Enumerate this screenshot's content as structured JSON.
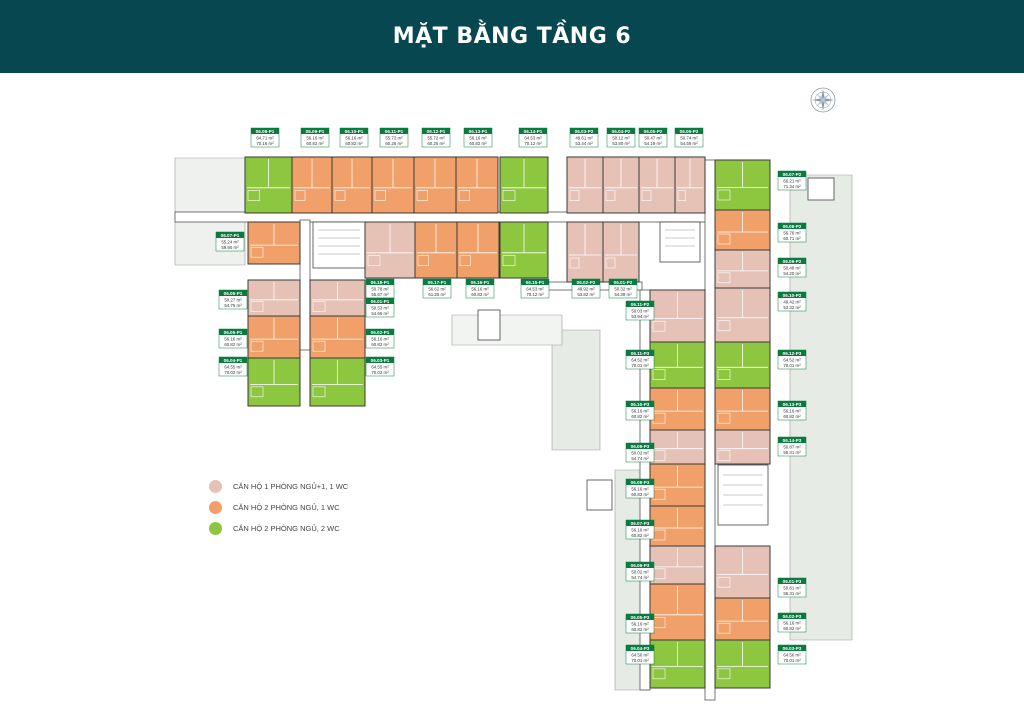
{
  "title": "MẶT BẰNG TẦNG 6",
  "colors": {
    "header": "#07474f",
    "one_bed": "#e6c2b6",
    "two_bed_one_wc": "#f0a068",
    "two_bed_two_wc": "#8dc63f",
    "label_green": "#0a7a3e",
    "landscape": "#e3e8e3"
  },
  "legend": [
    {
      "type": "one_bed",
      "text": "CĂN HỘ  1 PHÒNG NGỦ+1, 1 WC"
    },
    {
      "type": "two_bed_one_wc",
      "text": "CĂN HỘ 2 PHÒNG NGỦ, 1 WC"
    },
    {
      "type": "two_bed_two_wc",
      "text": "CĂN HỘ 2 PHÒNG NGỦ, 2 WC"
    }
  ],
  "compass": {
    "icon": "compass-rose-icon"
  },
  "units": [
    {
      "code": "06.08-P1",
      "a1": "64.71 m²",
      "a2": "70.16 m²",
      "type": "two_bed_two_wc"
    },
    {
      "code": "06.09-P1",
      "a1": "56.16 m²",
      "a2": "60.82 m²",
      "type": "two_bed_one_wc"
    },
    {
      "code": "06.10-P1",
      "a1": "56.16 m²",
      "a2": "60.82 m²",
      "type": "two_bed_one_wc"
    },
    {
      "code": "06.11-P1",
      "a1": "55.72 m²",
      "a2": "60.26 m²",
      "type": "two_bed_one_wc"
    },
    {
      "code": "06.12-P1",
      "a1": "55.72 m²",
      "a2": "60.26 m²",
      "type": "two_bed_one_wc"
    },
    {
      "code": "06.13-P1",
      "a1": "56.16 m²",
      "a2": "60.82 m²",
      "type": "two_bed_one_wc"
    },
    {
      "code": "06.14-P1",
      "a1": "64.53 m²",
      "a2": "70.12 m²",
      "type": "two_bed_two_wc"
    },
    {
      "code": "06.03-P2",
      "a1": "49.61 m²",
      "a2": "53.44 m²",
      "type": "one_bed"
    },
    {
      "code": "06.04-P2",
      "a1": "50.12 m²",
      "a2": "53.80 m²",
      "type": "one_bed"
    },
    {
      "code": "06.05-P2",
      "a1": "50.47 m²",
      "a2": "54.19 m²",
      "type": "one_bed"
    },
    {
      "code": "06.06-P2",
      "a1": "50.74 m²",
      "a2": "54.59 m²",
      "type": "one_bed"
    },
    {
      "code": "06.07-P1",
      "a1": "55.24 m²",
      "a2": "59.90 m²",
      "type": "two_bed_one_wc"
    },
    {
      "code": "06.06-P1",
      "a1": "50.27 m²",
      "a2": "54.75 m²",
      "type": "one_bed"
    },
    {
      "code": "06.05-P1",
      "a1": "56.16 m²",
      "a2": "60.82 m²",
      "type": "two_bed_one_wc"
    },
    {
      "code": "06.04-P1",
      "a1": "64.55 m²",
      "a2": "70.02 m²",
      "type": "two_bed_two_wc"
    },
    {
      "code": "06.18-P1",
      "a1": "50.78 m²",
      "a2": "55.67 m²",
      "type": "one_bed"
    },
    {
      "code": "06.17-P1",
      "a1": "56.62 m²",
      "a2": "61.25 m²",
      "type": "two_bed_one_wc"
    },
    {
      "code": "06.16-P1",
      "a1": "56.16 m²",
      "a2": "60.82 m²",
      "type": "two_bed_one_wc"
    },
    {
      "code": "06.15-P1",
      "a1": "64.53 m²",
      "a2": "70.12 m²",
      "type": "two_bed_two_wc"
    },
    {
      "code": "06.02-P2",
      "a1": "49.92 m²",
      "a2": "53.82 m²",
      "type": "one_bed"
    },
    {
      "code": "06.01-P2",
      "a1": "50.32 m²",
      "a2": "54.39 m²",
      "type": "one_bed"
    },
    {
      "code": "06.01-P1",
      "a1": "50.53 m²",
      "a2": "54.66 m²",
      "type": "one_bed"
    },
    {
      "code": "06.02-P1",
      "a1": "56.16 m²",
      "a2": "60.82 m²",
      "type": "two_bed_one_wc"
    },
    {
      "code": "06.03-P1",
      "a1": "64.55 m²",
      "a2": "70.02 m²",
      "type": "two_bed_two_wc"
    },
    {
      "code": "06.11-P2",
      "a1": "50.03 m²",
      "a2": "53.94 m²",
      "type": "one_bed"
    },
    {
      "code": "06.11-P3",
      "a1": "64.52 m²",
      "a2": "70.01 m²",
      "type": "two_bed_two_wc"
    },
    {
      "code": "06.10-P3",
      "a1": "56.16 m²",
      "a2": "60.82 m²",
      "type": "two_bed_one_wc"
    },
    {
      "code": "06.09-P3",
      "a1": "50.02 m²",
      "a2": "54.74 m²",
      "type": "one_bed"
    },
    {
      "code": "06.08-P3",
      "a1": "56.16 m²",
      "a2": "60.82 m²",
      "type": "two_bed_one_wc"
    },
    {
      "code": "06.07-P3",
      "a1": "56.16 m²",
      "a2": "60.82 m²",
      "type": "two_bed_one_wc"
    },
    {
      "code": "06.06-P3",
      "a1": "50.02 m²",
      "a2": "54.74 m²",
      "type": "one_bed"
    },
    {
      "code": "06.05-P3",
      "a1": "56.16 m²",
      "a2": "60.82 m²",
      "type": "two_bed_one_wc"
    },
    {
      "code": "06.04-P3",
      "a1": "64.56 m²",
      "a2": "70.01 m²",
      "type": "two_bed_two_wc"
    },
    {
      "code": "06.07-P2",
      "a1": "66.21 m²",
      "a2": "71.34 m²",
      "type": "two_bed_two_wc"
    },
    {
      "code": "06.08-P2",
      "a1": "56.76 m²",
      "a2": "60.71 m²",
      "type": "two_bed_one_wc"
    },
    {
      "code": "06.09-P2",
      "a1": "50.48 m²",
      "a2": "54.20 m²",
      "type": "one_bed"
    },
    {
      "code": "06.10-P2",
      "a1": "49.42 m²",
      "a2": "53.32 m²",
      "type": "one_bed"
    },
    {
      "code": "06.12-P3",
      "a1": "64.52 m²",
      "a2": "70.01 m²",
      "type": "two_bed_two_wc"
    },
    {
      "code": "06.13-P3",
      "a1": "56.16 m²",
      "a2": "60.82 m²",
      "type": "two_bed_one_wc"
    },
    {
      "code": "06.14-P3",
      "a1": "50.87 m²",
      "a2": "55.31 m²",
      "type": "one_bed"
    },
    {
      "code": "06.01-P3",
      "a1": "50.81 m²",
      "a2": "55.31 m²",
      "type": "one_bed"
    },
    {
      "code": "06.02-P3",
      "a1": "56.16 m²",
      "a2": "60.82 m²",
      "type": "two_bed_one_wc"
    },
    {
      "code": "06.03-P3",
      "a1": "64.56 m²",
      "a2": "70.01 m²",
      "type": "two_bed_two_wc"
    }
  ]
}
